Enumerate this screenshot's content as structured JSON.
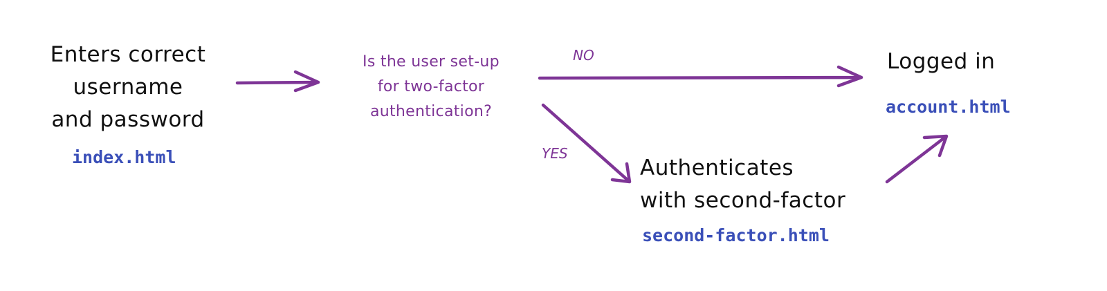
{
  "colors": {
    "accent": "#7e3596",
    "file": "#3a4fb8",
    "text": "#111111"
  },
  "nodes": {
    "login": {
      "lines": [
        "Enters correct",
        "username",
        "and password"
      ],
      "file": "index.html"
    },
    "question": {
      "lines": [
        "Is the user set-up",
        "for two-factor",
        "authentication?"
      ]
    },
    "logged_in": {
      "lines": [
        "Logged in"
      ],
      "file": "account.html"
    },
    "second_factor": {
      "lines": [
        "Authenticates",
        "with second-factor"
      ],
      "file": "second-factor.html"
    }
  },
  "edges": {
    "no_label": "NO",
    "yes_label": "YES"
  }
}
